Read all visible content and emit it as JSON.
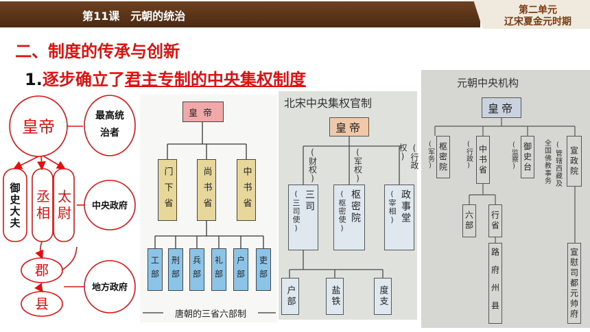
{
  "header": {
    "lesson": "第11课　元朝的统治",
    "unit_line1": "第二单元",
    "unit_line2": "辽宋夏金元时期"
  },
  "section_title": "二、制度的传承与创新",
  "subsection": {
    "num": "1.",
    "prefix": "逐步确立了",
    "underlined": "君主专制的中央集权制度"
  },
  "left_diagram": {
    "emperor": "皇帝",
    "supreme": [
      "最高统",
      "治者"
    ],
    "officials": [
      "御史大夫",
      "丞相",
      "太尉"
    ],
    "central": "中央政府",
    "prefecture": "郡",
    "county": "县",
    "local": "地方政府"
  },
  "tang": {
    "top": "皇帝",
    "provinces": [
      "门下省",
      "尚书省",
      "中书省"
    ],
    "ministries": [
      "工部",
      "刑部",
      "兵部",
      "礼部",
      "户部",
      "吏部"
    ],
    "caption": "唐朝的三省六部制"
  },
  "song": {
    "title": "北宋中央集权官制",
    "top": "皇帝",
    "powers": [
      "(财权)",
      "(军权)",
      "(行政权)"
    ],
    "organs": [
      {
        "name": "三司",
        "sub": "(三司使)"
      },
      {
        "name": "枢密院",
        "sub": "(枢密使)"
      },
      {
        "name": "政事堂",
        "sub": "(宰相)"
      }
    ],
    "subs": [
      "户部",
      "盐铁",
      "度支"
    ]
  },
  "yuan": {
    "title": "元朝中央机构",
    "top": "皇帝",
    "labels": [
      "(军务)",
      "(行政)",
      "(监察)"
    ],
    "organs": [
      "枢密院",
      "中书省",
      "御史台",
      "宣政院"
    ],
    "buddhism": "全国佛教事务",
    "tibet": "(管辖西藏及",
    "six": "六部",
    "xing": "行省",
    "chain": "路府州县",
    "xuanwei": "宣慰司都元帅府"
  }
}
